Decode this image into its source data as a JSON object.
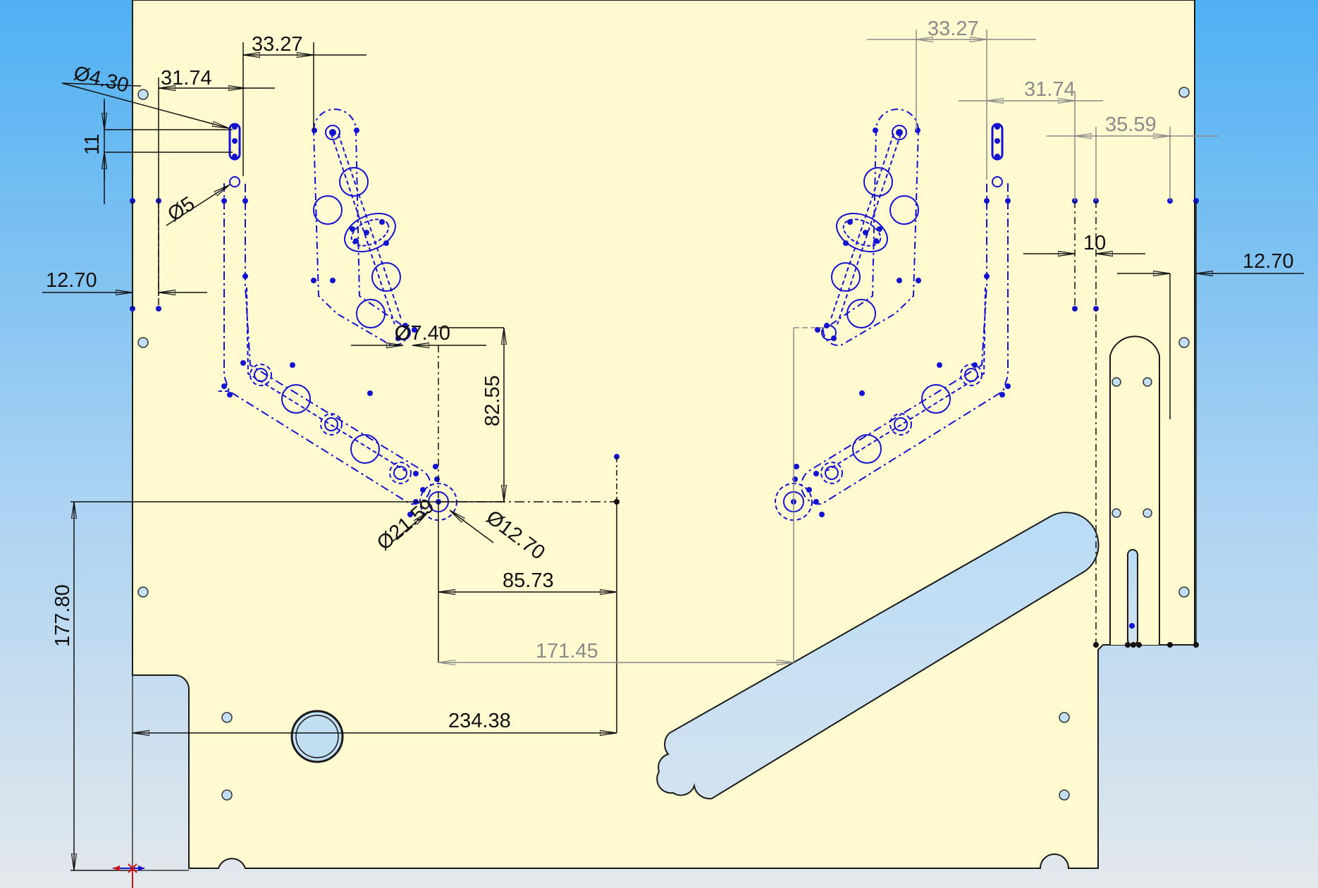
{
  "colors": {
    "background_top": "#5ab4f2",
    "background_bottom": "#e3e9ee",
    "sheet": "#fffad0",
    "sheet_outline": "#1a1a1a",
    "sketch_blue": "#1212d0",
    "dim_black": "#111111",
    "dim_grey": "#8a8a8a"
  },
  "dimensions": {
    "top_left_33_27": "33.27",
    "top_left_31_74": "31.74",
    "dia_4_30": "Ø4.30",
    "vert_11": "11",
    "dia_5": "Ø5",
    "left_12_70": "12.70",
    "dia_7_40": "Ø7.40",
    "vert_82_55": "82.55",
    "dia_21_59": "Ø21.59",
    "dia_12_70": "Ø12.70",
    "h_85_73": "85.73",
    "h_171_45": "171.45",
    "h_234_38": "234.38",
    "vert_177_80": "177.80",
    "top_right_33_27": "33.27",
    "top_right_31_74": "31.74",
    "top_right_35_59": "35.59",
    "right_10": "10",
    "right_12_70": "12.70"
  },
  "icons": {
    "origin": "origin-icon"
  }
}
